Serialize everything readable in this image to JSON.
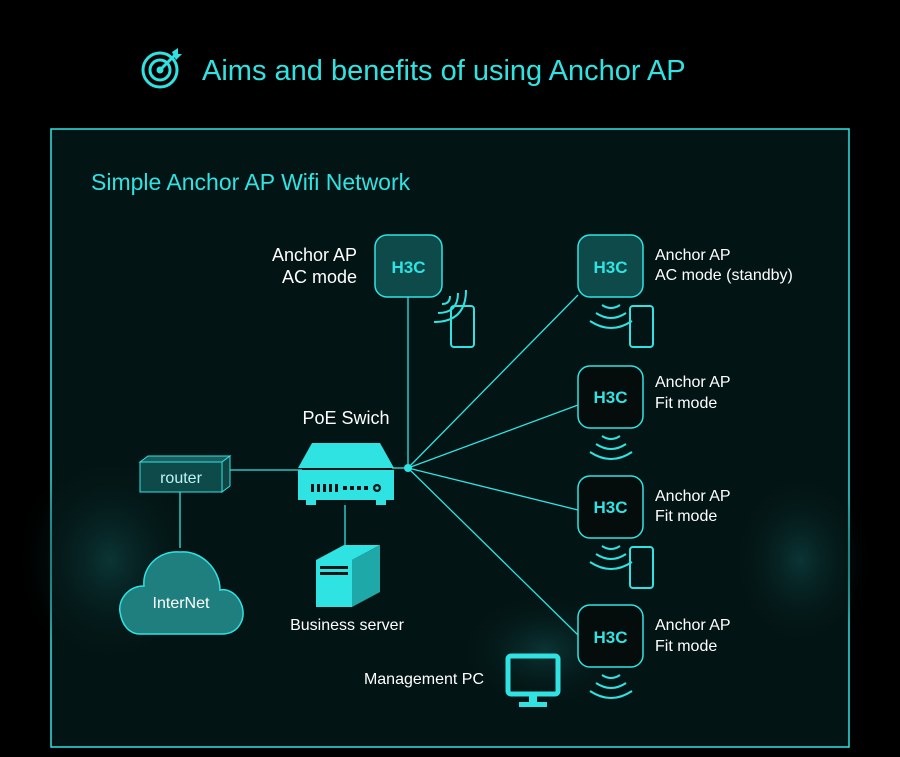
{
  "header": {
    "title": "Aims and benefits of using Anchor AP",
    "icon": "target-icon"
  },
  "diagram": {
    "title": "Simple Anchor AP Wifi Network",
    "ap_ac": {
      "line1": "Anchor AP",
      "line2": "AC mode"
    },
    "ap_standby": {
      "line1": "Anchor AP",
      "line2": "AC mode (standby)"
    },
    "ap_fit1": {
      "line1": "Anchor AP",
      "line2": "Fit mode"
    },
    "ap_fit2": {
      "line1": "Anchor AP",
      "line2": "Fit mode"
    },
    "ap_fit3": {
      "line1": "Anchor AP",
      "line2": "Fit mode"
    },
    "brand": "H3C",
    "switch_label": "PoE Swich",
    "router_label": "router",
    "internet_label": "InterNet",
    "server_label": "Business server",
    "pc_label": "Management PC"
  },
  "colors": {
    "accent": "#2fe3e3",
    "ap_fill_dark": "#050c0c",
    "ap_fill_teal": "#0f4a4a",
    "panel_fill": "#031414",
    "cloud_fill": "#1f7f7f"
  }
}
